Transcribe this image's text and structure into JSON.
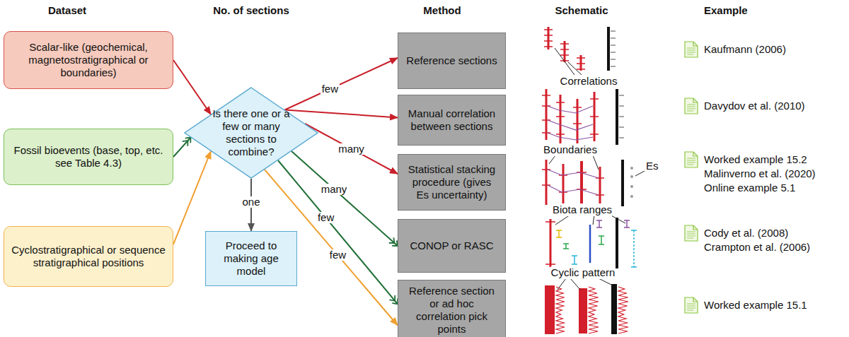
{
  "diagram": {
    "nodes": [
      {
        "text": [
          "Scalar-like (geochemical, magnetostratigraphical or boundaries)"
        ]
      },
      {
        "text": [
          "Fossil bioevents (base, top, etc. see Table 4.3)"
        ]
      },
      {
        "text": [
          "Cyclostratigraphical or sequence stratigraphical positions"
        ]
      },
      {
        "text": [
          "Is there one or a few or many sections to combine?"
        ]
      },
      {
        "text": [
          "Reference sections"
        ]
      },
      {
        "text": [
          "Manual correlation between sections"
        ]
      },
      {
        "text": [
          "Statistical stacking procedure (gives Es uncertainty)"
        ]
      },
      {
        "text": [
          "CONOP or RASC"
        ]
      },
      {
        "text": [
          "Reference section or ad hoc correlation pick points"
        ]
      },
      {
        "text": [
          "Proceed to making age model"
        ]
      }
    ],
    "edges": [
      {
        "from": 0,
        "to": 3,
        "arrow": "to"
      },
      {
        "from": 1,
        "to": 3,
        "arrow": "to"
      },
      {
        "from": 2,
        "to": 3,
        "arrow": "to"
      },
      {
        "from": 3,
        "to": 4,
        "label": "few",
        "arrow": "to"
      },
      {
        "from": 3,
        "to": 5,
        "arrow": "to"
      },
      {
        "from": 3,
        "to": 6,
        "label": "many",
        "arrow": "to"
      },
      {
        "from": 3,
        "to": 7,
        "label": "many",
        "arrow": "to"
      },
      {
        "from": 3,
        "to": 8,
        "label": "few",
        "arrow": "to"
      },
      {
        "from": 3,
        "to": 8,
        "label": "few",
        "arrow": "to"
      },
      {
        "from": 3,
        "to": 9,
        "label": "one",
        "arrow": "to"
      }
    ],
    "labels": [
      "Dataset",
      "No. of sections",
      "Method",
      "Schematic",
      "Example",
      "Correlations",
      "Boundaries",
      "Es",
      "Biota ranges",
      "Cyclic pattern",
      "Kaufmann (2006)",
      "Davydov et al. (2010)",
      "Worked example 15.2",
      "Malinverno et al. (2020)",
      "Online example 5.1",
      "Cody et al. (2008)",
      "Crampton et al. (2006)",
      "Worked example 15.1"
    ]
  }
}
